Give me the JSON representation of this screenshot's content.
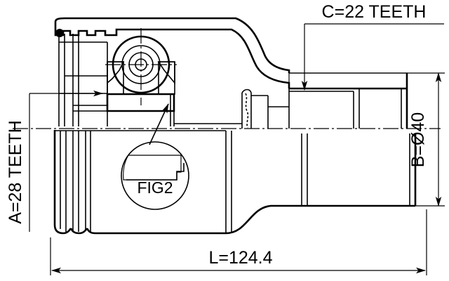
{
  "drawing": {
    "title": "CV Joint Cross-Section Technical Drawing",
    "background_color": "#ffffff",
    "line_color": "#000000",
    "annotations": {
      "spline_a": {
        "label": "A=28 TEETH",
        "orientation": "vertical-bottom-to-top",
        "position": "left",
        "leader": "horizontal arrow pointing right into inner spline bore"
      },
      "spline_c": {
        "label": "C=22 TEETH",
        "orientation": "horizontal",
        "position": "top-right",
        "leader": "vertical arrow pointing down into outer shaft spline"
      },
      "diameter_b": {
        "label": "B=Ø40",
        "orientation": "vertical-bottom-to-top",
        "position": "right",
        "leader": "double-headed vertical dimension line"
      },
      "length_l": {
        "label": "L=124.4",
        "orientation": "horizontal",
        "position": "bottom",
        "leader": "double-headed horizontal dimension line"
      },
      "detail_fig": {
        "label": "FIG2",
        "orientation": "horizontal",
        "position": "detail-bubble-center",
        "leader": "diagonal arrow pointing up-right"
      }
    },
    "dimensions": {
      "overall_length": "124.4",
      "outer_diameter": "40",
      "inner_spline_teeth": "28",
      "outer_spline_teeth": "22"
    }
  }
}
